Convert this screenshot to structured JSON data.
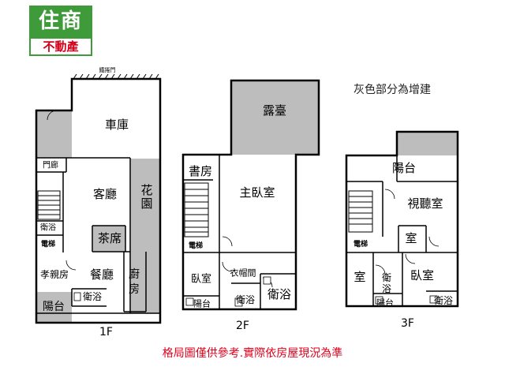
{
  "logo": {
    "top": "住商",
    "bottom": "不動產",
    "green": "#3f9a3a",
    "red": "#d4001a"
  },
  "note": "灰色部分為增建",
  "disclaimer": "格局圖僅供參考.實際依房屋現況為準",
  "shade_color": "#bdbdbd",
  "floors": {
    "f1": {
      "label": "1F",
      "door_label": "鐵捲門",
      "rooms": {
        "garage": "車庫",
        "porch": "門廊",
        "living": "客廳",
        "garden": "花園",
        "bath": "衛浴",
        "elevator": "電梯",
        "tea": "茶席",
        "parents": "孝親房",
        "dining": "餐廳",
        "kitchen": "廚房",
        "bath2": "衛浴",
        "balcony": "陽台"
      }
    },
    "f2": {
      "label": "2F",
      "rooms": {
        "terrace": "露臺",
        "study": "書房",
        "master": "主臥室",
        "elevator": "電梯",
        "bedroom": "臥室",
        "closet": "衣帽間",
        "bath1": "衛浴",
        "bath2": "衛浴",
        "balcony": "陽台"
      }
    },
    "f3": {
      "label": "3F",
      "rooms": {
        "balcony": "陽台",
        "av": "視聽室",
        "room": "室",
        "elevator": "電梯",
        "room2": "室",
        "bath1": "衛浴",
        "bedroom": "臥室",
        "balcony2": "陽台",
        "bath2": "衛浴"
      }
    }
  }
}
